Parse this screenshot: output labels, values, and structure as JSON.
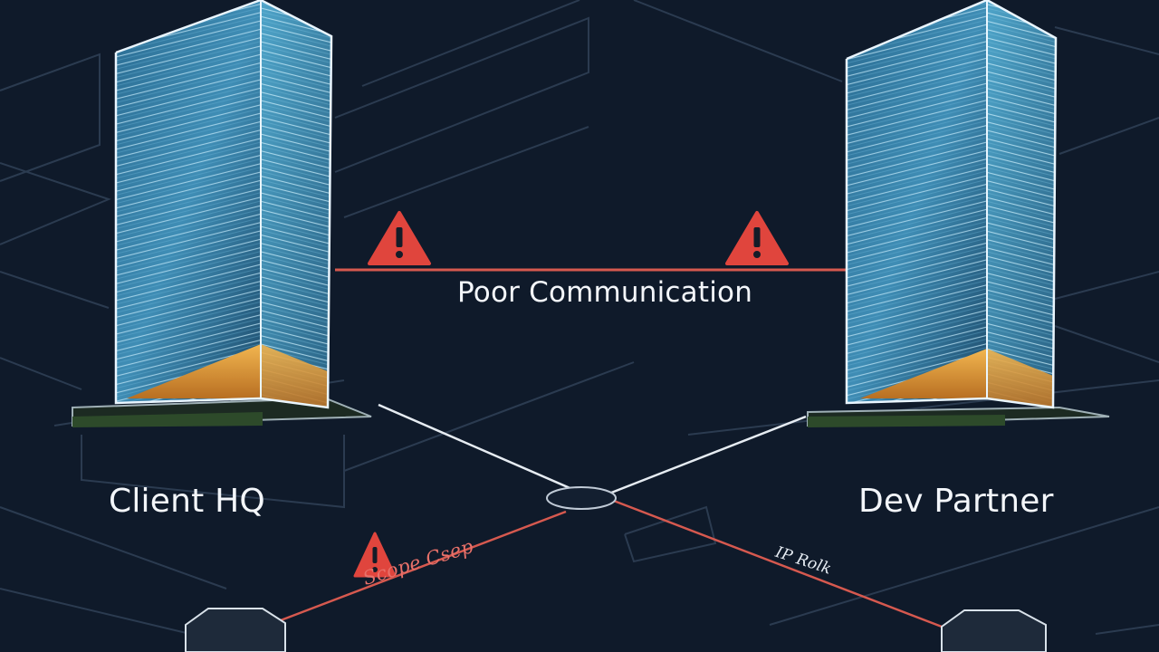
{
  "nodes": {
    "client": {
      "label": "Client HQ"
    },
    "dev": {
      "label": "Dev Partner"
    }
  },
  "links": {
    "main": {
      "label": "Poor Communication",
      "status": "warning"
    },
    "scope": {
      "label": "Scope Csep",
      "status": "warning"
    },
    "ip": {
      "label": "IP Rolk"
    }
  },
  "colors": {
    "background": "#0f1a2a",
    "line": "#c0cad6",
    "warning": "#e0453d",
    "link": "#d6594f",
    "tower": "#3a7fa6",
    "tower_base": "#e0a040"
  },
  "icons": [
    "warning-triangle-icon"
  ]
}
